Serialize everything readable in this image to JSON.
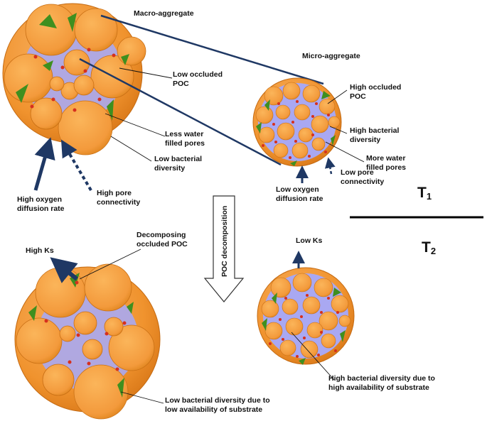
{
  "labels": {
    "macro_aggregate": "Macro-aggregate",
    "micro_aggregate": "Micro-aggregate",
    "low_occluded_poc": [
      "Low occluded",
      "POC"
    ],
    "high_occluded_poc": [
      "High occluded",
      "POC"
    ],
    "less_water": [
      "Less water",
      "filled pores"
    ],
    "low_bact_div": [
      "Low bacterial",
      "diversity"
    ],
    "high_bact_div": [
      "High bacterial",
      "diversity"
    ],
    "more_water": [
      "More water",
      "filled pores"
    ],
    "low_pore_conn": [
      "Low pore",
      "connectivity"
    ],
    "high_oxygen": [
      "High oxygen",
      "diffusion rate"
    ],
    "high_pore_conn": [
      "High pore",
      "connectivity"
    ],
    "low_oxygen": [
      "Low oxygen",
      "diffusion rate"
    ],
    "high_ks": "High Ks",
    "low_ks": "Low Ks",
    "decomposing_poc": [
      "Decomposing",
      "occluded POC"
    ],
    "poc_decomposition": "POC decomposition",
    "low_div_substrate": [
      "Low bacterial diversity due to",
      "low availability of substrate"
    ],
    "high_div_substrate": [
      "High bacterial diversity due to",
      "high availability of substrate"
    ],
    "t1": "T",
    "t1_sub": "1",
    "t2": "T",
    "t2_sub": "2"
  },
  "colors": {
    "aggregate_fill": "#f39a3c",
    "particle_fill": "#f7a546",
    "pore_fill": "#a9a8f2",
    "poc_green": "#3f8f1f",
    "microbe_red": "#d6301e",
    "arrow_navy": "#1f3864"
  }
}
